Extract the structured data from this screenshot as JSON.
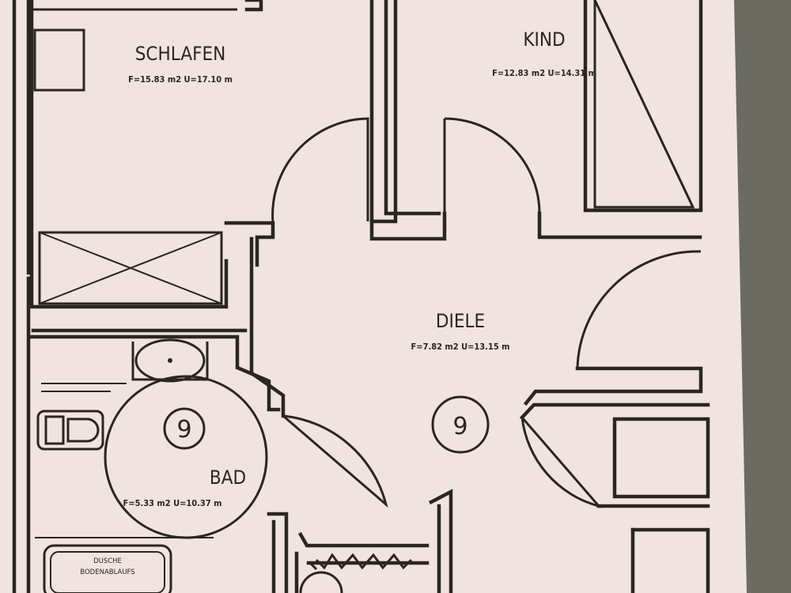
{
  "plan": {
    "paper_color": "#f1e4e0",
    "line_color": "#2a2622",
    "background_color": "#6b6b62",
    "rooms": [
      {
        "id": "schlafen",
        "name": "SCHLAFEN",
        "meta": "F=15.83 m2 U=17.10 m"
      },
      {
        "id": "kind",
        "name": "KIND",
        "meta": "F=12.83 m2 U=14.31 m"
      },
      {
        "id": "diele",
        "name": "DIELE",
        "meta": "F=7.82 m2 U=13.15 m"
      },
      {
        "id": "bad",
        "name": "BAD",
        "meta": "F=5.33 m2 U=10.37 m"
      }
    ],
    "tags": [
      {
        "id": "bad-tag",
        "label": "9"
      },
      {
        "id": "diele-tag",
        "label": "9"
      }
    ],
    "labels": {
      "dusche_line1": "DUSCHE",
      "dusche_line2": "BODENABLAUFS"
    }
  }
}
